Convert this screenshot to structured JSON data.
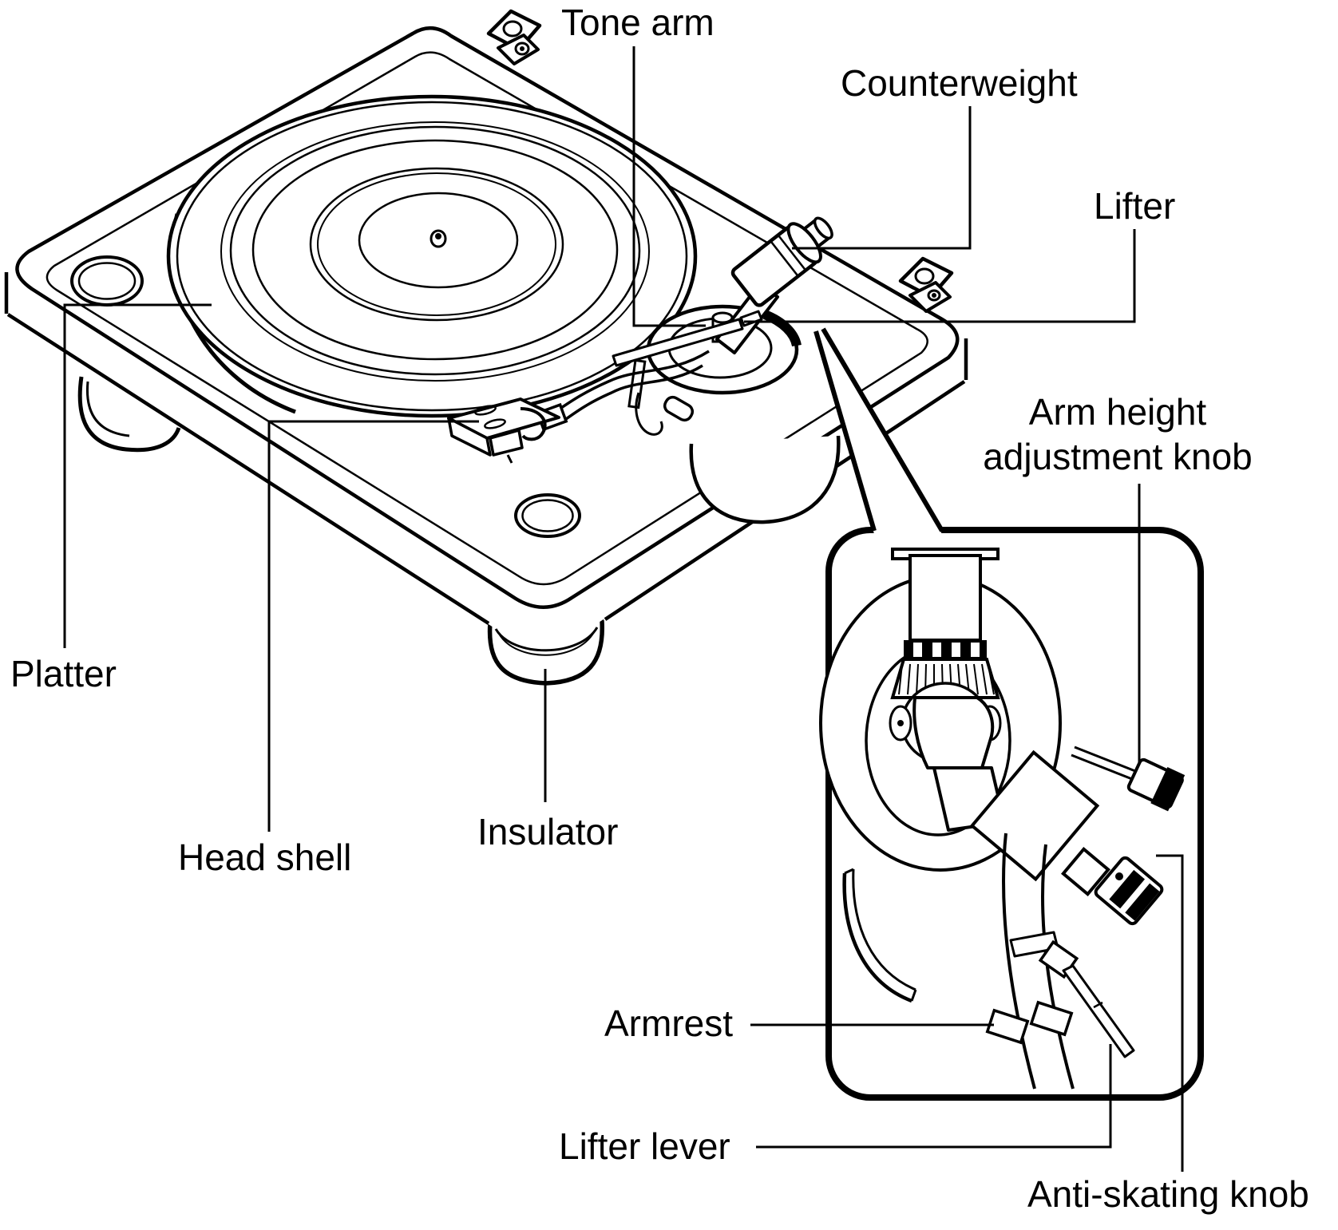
{
  "colors": {
    "line": "#000000",
    "background": "#ffffff"
  },
  "labels": {
    "tone_arm": "Tone arm",
    "counterweight": "Counterweight",
    "lifter": "Lifter",
    "platter": "Platter",
    "head_shell": "Head shell",
    "insulator": "Insulator",
    "arm_height_line1": "Arm height",
    "arm_height_line2": "adjustment knob",
    "armrest": "Armrest",
    "lifter_lever": "Lifter lever",
    "anti_skating": "Anti-skating knob"
  }
}
